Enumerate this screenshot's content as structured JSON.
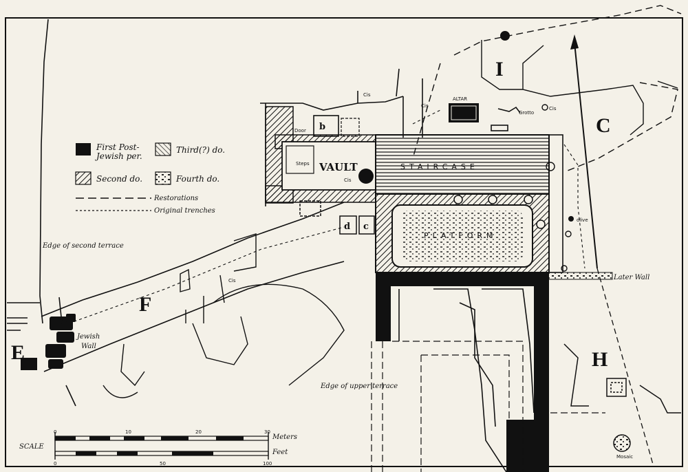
{
  "areas": {
    "I": "I",
    "C": "C",
    "F": "F",
    "E": "E",
    "H": "H",
    "b": "b",
    "d": "d",
    "c": "c"
  },
  "structures": {
    "vault": "VAULT",
    "staircase": "STAIRCASE",
    "platform": "PLATFORM",
    "altar": "ALTAR",
    "grotto": "Grotto",
    "jewish_wall_line1": "Jewish",
    "jewish_wall_line2": "Wall",
    "later_wall": "Later Wall",
    "mosaic": "Mosaic",
    "olive": "olive",
    "cis_labels": [
      "Cis",
      "Cis",
      "Cis",
      "Cis",
      "Cis"
    ],
    "door": "Door",
    "steps": "Steps"
  },
  "terraces": {
    "second": "Edge of second terrace",
    "upper": "Edge of upper terrace"
  },
  "legend": {
    "first_line1": "First Post-",
    "first_line2": "Jewish per.",
    "third": "Third(?) do.",
    "second": "Second do.",
    "fourth": "Fourth do.",
    "restorations": "Restorations",
    "trenches": "Original trenches"
  },
  "scale": {
    "label": "SCALE",
    "meters_label": "Meters",
    "feet_label": "Feet",
    "meter_ticks": [
      "0",
      "10",
      "20",
      "30"
    ],
    "feet_ticks": [
      "0",
      "50",
      "100"
    ]
  },
  "colors": {
    "ink": "#111111",
    "paper": "#f4f1e8"
  }
}
